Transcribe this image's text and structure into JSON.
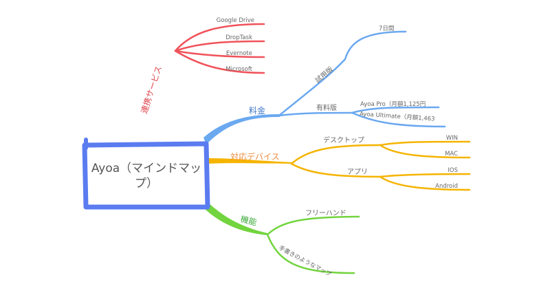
{
  "root": {
    "label_line1": "Ayoa（マインドマッ",
    "label_line2": "プ）",
    "border_color": "#5b7cf0"
  },
  "branches": {
    "integrations": {
      "label": "連携サービス",
      "color": "#f0525a",
      "children": [
        "Google Drive",
        "DropTask",
        "Evernote",
        "Microsoft"
      ]
    },
    "pricing": {
      "label": "料金",
      "color": "#6aa8f0",
      "trial": {
        "label": "試用版",
        "children": [
          "7日間"
        ]
      },
      "paid": {
        "label": "有料版",
        "children": [
          "Ayoa Pro（月額1,125円",
          "Ayoa Ultimate（月額1,463"
        ]
      }
    },
    "devices": {
      "label": "対応デバイス",
      "color": "#f5b400",
      "label_color": "#f08a3c",
      "desktop": {
        "label": "デスクトップ",
        "children": [
          "WIN",
          "MAC"
        ]
      },
      "app": {
        "label": "アプリ",
        "children": [
          "IOS",
          "Android"
        ]
      }
    },
    "features": {
      "label": "機能",
      "color": "#72d43e",
      "label_color": "#3aa83a",
      "children": [
        "フリーハンド",
        "手書きのようなマップ"
      ]
    }
  }
}
